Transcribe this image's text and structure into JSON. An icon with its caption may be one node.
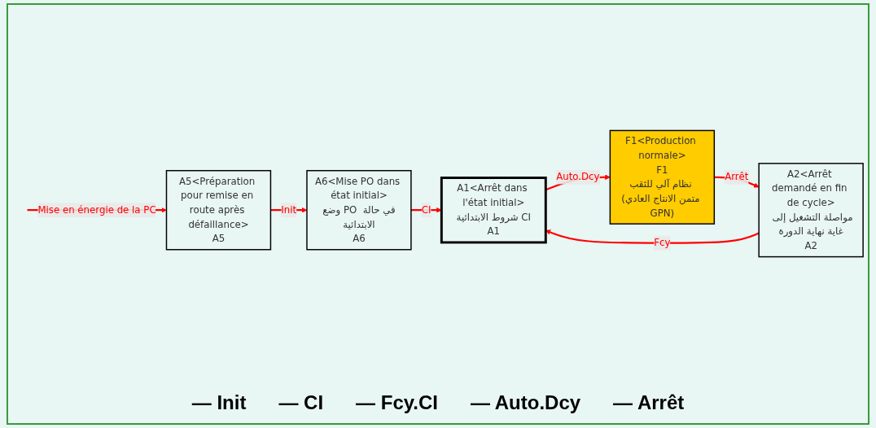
{
  "diagram": {
    "nodes": [
      {
        "text": [
          "A6<Mise PO dans état initial>",
          "وضع PO في حالة الابتدائية",
          "A6"
        ]
      },
      {
        "text": [
          "A1<Arrêt dans l'état initial>",
          "شروط الابتدائية CI",
          "A1"
        ]
      },
      {
        "text": [
          "A5<Préparation pour remise en route après défaillance>",
          "A5"
        ]
      },
      {
        "text": [
          "A2<Arrêt demandé en fin de cycle>",
          "مواصلة التشغيل إلى غاية نهاية الدورة",
          "A2"
        ]
      },
      {
        "text": [
          "F1<Production normale>",
          "F1",
          "نظام آلي للثقب (متمن الانتاج العادي GPN)"
        ]
      }
    ],
    "edges": [
      {
        "from": 0,
        "to": 1,
        "arrow": "to",
        "label": "CI"
      },
      {
        "from": 1,
        "to": 4,
        "arrow": "to",
        "label": "Auto.Dcy"
      },
      {
        "from": 4,
        "to": 3,
        "arrow": "to",
        "label": "Arrêt"
      },
      {
        "from": 3,
        "to": 1,
        "arrow": "to",
        "label": "Fcy"
      },
      {
        "from": 2,
        "to": 0,
        "arrow": "to",
        "label": "Init"
      },
      {
        "from": null,
        "to": 2,
        "arrow": "to",
        "label": "Mise en énergie de la PC"
      }
    ],
    "labels": [
      "— Init",
      "— CI",
      "— Fcy.CI",
      "— Auto.Dcy",
      "— Arrêt"
    ]
  }
}
